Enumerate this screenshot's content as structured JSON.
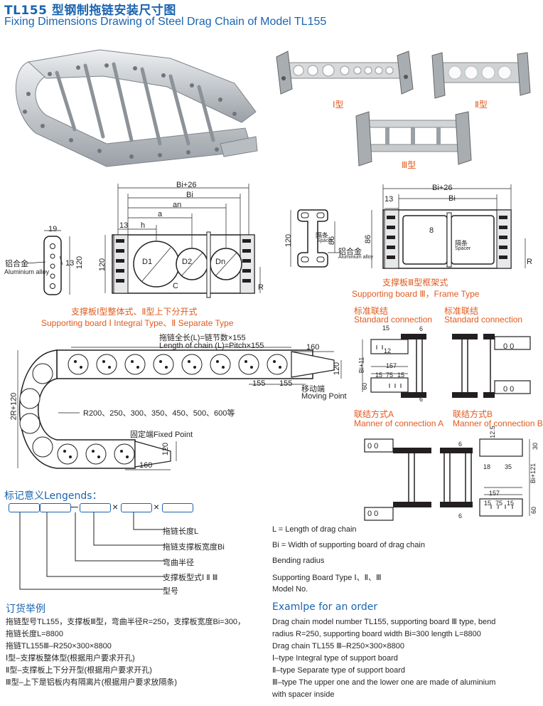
{
  "header": {
    "title_cn": "TL155 型钢制拖链安装尺寸图",
    "title_en": "Fixing Dimensions Drawing of Steel Drag Chain of Model TL155"
  },
  "photos": {
    "type1": "Ⅰ型",
    "type2": "Ⅱ型",
    "type3": "Ⅲ型"
  },
  "board12": {
    "caption_cn": "支撑板Ⅰ型整体式、Ⅱ型上下分开式",
    "caption_en": "Supporting board Ⅰ Integral Type、Ⅱ Separate Type",
    "alloy_cn": "铝合金",
    "alloy_en": "Aluminium alloy",
    "dims": {
      "d19": "19",
      "d13": "13",
      "d120a": "120",
      "d120b": "120",
      "bi26": "Bi+26",
      "bi": "Bi",
      "an": "an",
      "a": "a",
      "d13b": "13",
      "h": "h",
      "d1": "D1",
      "d2": "D2",
      "dn": "Dn",
      "c": "C",
      "r": "R"
    }
  },
  "board3": {
    "caption_cn": "支撑板Ⅲ型框架式",
    "caption_en": "Supporting board Ⅲ，Frame Type",
    "spacer_cn": "隔条",
    "spacer_en": "Spacer",
    "alloy_cn": "铝合金",
    "alloy_en": "Aluminium alloy",
    "dims": {
      "d120": "120",
      "d86a": "86",
      "d86b": "86",
      "bi26": "Bi+26",
      "bi": "Bi",
      "d13": "13",
      "d8": "8",
      "r": "R"
    }
  },
  "chain": {
    "length_cn": "拖链全长(L)=链节数×155",
    "length_en": "Length of chain (L)=Pitch×155",
    "radius_list": "R200、250、300、350、450、500、600等",
    "moving_cn": "移动端",
    "moving_en": "Moving Point",
    "fixed": "固定端Fixed Point",
    "dims": {
      "d160a": "160",
      "d160b": "160",
      "d155a": "155",
      "d155b": "155",
      "d120a": "120",
      "d120b": "120",
      "d2r": "2R+120"
    }
  },
  "connection": {
    "std_cn": "标准联结",
    "std_en": "Standard connection",
    "std2_cn": "标准联结",
    "std2_en": "Standard connection",
    "mannerA_cn": "联结方式A",
    "mannerA_en": "Manner of connection A",
    "mannerB_cn": "联结方式B",
    "mannerB_en": "Manner of connection B",
    "dims": {
      "d15": "15",
      "d6a": "6",
      "d6b": "6",
      "d6c": "6",
      "d6d": "6",
      "d12": "12",
      "bi11": "Bi+11",
      "d157a": "157",
      "d157b": "157",
      "d15a": "15",
      "d75a": "75",
      "d15b": "15",
      "d15c": "15",
      "d75b": "75",
      "d15d": "15",
      "d60a": "60",
      "d60b": "60",
      "d125": "12.5",
      "d30": "30",
      "d18": "18",
      "d35": "35",
      "bi121": "Bi+121",
      "hole": "0  0"
    }
  },
  "legend": {
    "title": "标记意义Lengends：",
    "items_cn": [
      "拖链长度L",
      "拖链支撑板宽度Bi",
      "弯曲半径",
      "支撑板型式Ⅰ Ⅱ Ⅲ",
      "型号"
    ],
    "items_en": [
      "L = Length of drag chain",
      "Bi = Width of supporting board of drag chain",
      "Bending radius",
      "Supporting Board Type Ⅰ、Ⅱ、Ⅲ",
      "Model No."
    ]
  },
  "order": {
    "title_cn": "订货举例",
    "title_en": "Examlpe for an order",
    "lines_cn": [
      "拖链型号TL155，支撑板Ⅲ型，弯曲半径R=250，支撑板宽度Bi=300，",
      "拖链长度L=8800",
      "拖链TL155Ⅲ–R250×300×8800",
      "Ⅰ型–支撑板整体型(根据用户要求开孔)",
      "Ⅱ型–支撑板上下分开型(根据用户要求开孔)",
      "Ⅲ型–上下是铝板内有隔离片(根据用户要求放隔条)"
    ],
    "lines_en": [
      "Drag chain model number TL155, supporting board Ⅲ type, bend",
      "radius R=250, supporting board width Bi=300 length L=8800",
      "Drag chain TL155 Ⅲ–R250×300×8800",
      "Ⅰ–type Integral type of support board",
      "Ⅱ–type Separate type of support board",
      "Ⅲ–type The upper one and the lower one are made of aluminium",
      "with spacer inside"
    ]
  },
  "colors": {
    "title_blue": "#1a64b0",
    "caption_orange": "#e05a1e",
    "metal": "#c9ccd0"
  }
}
